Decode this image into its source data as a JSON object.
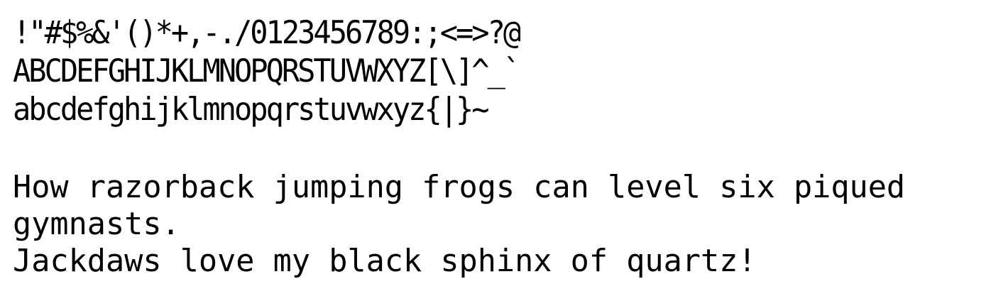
{
  "specimen": {
    "charset_lines": [
      "!\"#$%&'()*+,-./0123456789:;<=>?@",
      "ABCDEFGHIJKLMNOPQRSTUVWXYZ[\\]^_`",
      "abcdefghijklmnopqrstuvwxyz{|}~"
    ],
    "pangram_lines": [
      "How razorback jumping frogs can level six piqued",
      "gymnasts.",
      "Jackdaws love my black sphinx of quartz!"
    ]
  }
}
